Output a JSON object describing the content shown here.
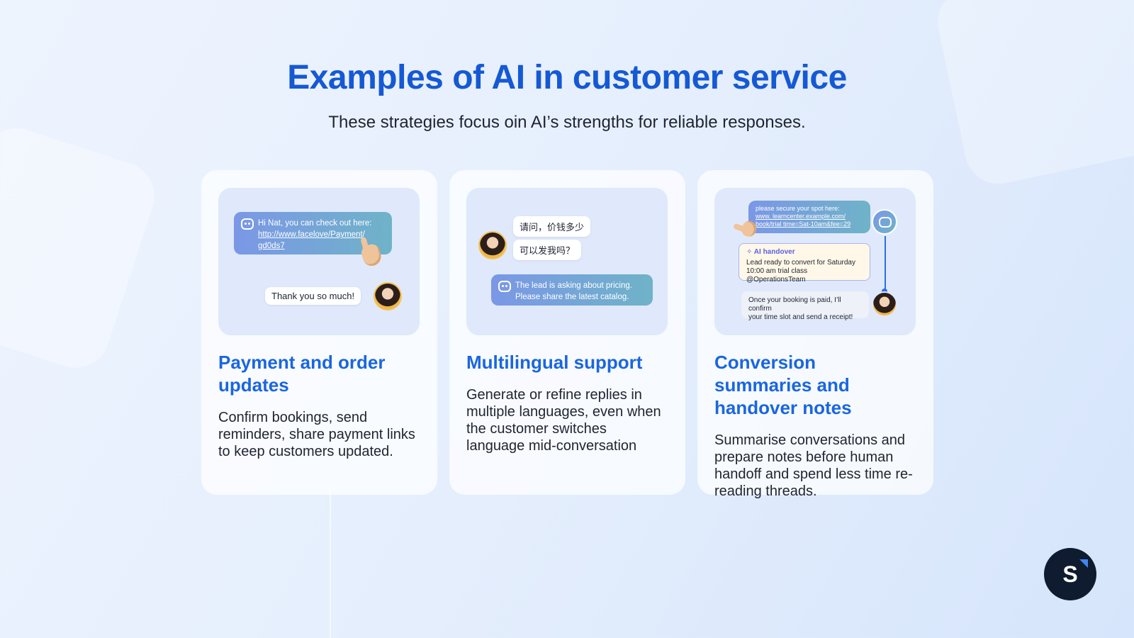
{
  "header": {
    "title": "Examples of AI in customer service",
    "subtitle": "These strategies focus oin AI’s strengths for reliable responses."
  },
  "cards": [
    {
      "title": "Payment and order updates",
      "description": "Confirm bookings, send reminders, share payment links to keep customers updated.",
      "illustration": {
        "ai_message": "Hi Nat, you can check out here:",
        "ai_link_1": "http://www.facelove/Payment/",
        "ai_link_2": "gd0ds7",
        "user_reply": "Thank you so much!"
      }
    },
    {
      "title": "Multilingual support",
      "description": "Generate or refine replies in multiple languages, even when the customer switches language mid-conversation",
      "illustration": {
        "user_msg_1": "请问，价钱多少",
        "user_msg_2": "可以发我吗？",
        "ai_message_1": "The lead is asking about pricing.",
        "ai_message_2": "Please share the latest catalog."
      }
    },
    {
      "title": "Conversion summaries and handover notes",
      "description": "Summarise conversations and prepare notes before human handoff and spend less time re-reading threads.",
      "illustration": {
        "ai_message": "please secure your spot here:",
        "ai_link_1": "www. learncenter.example.com/",
        "ai_link_2": "book/trial time=Sat-10am&fee=29",
        "note_label": "AI handover",
        "note_text_1": "Lead ready to convert for Saturday",
        "note_text_2": "10:00 am trial class @OperationsTeam",
        "agent_msg_1": "Once your booking is paid, I’ll confirm",
        "agent_msg_2": "your time slot and send a receipt!"
      }
    }
  ],
  "brand": {
    "logo_letter": "S",
    "accent": "#1559d4",
    "dark": "#0f1b2e"
  },
  "icons": [
    "chat-bot-icon",
    "pointing-hand-icon",
    "sparkle-icon"
  ]
}
